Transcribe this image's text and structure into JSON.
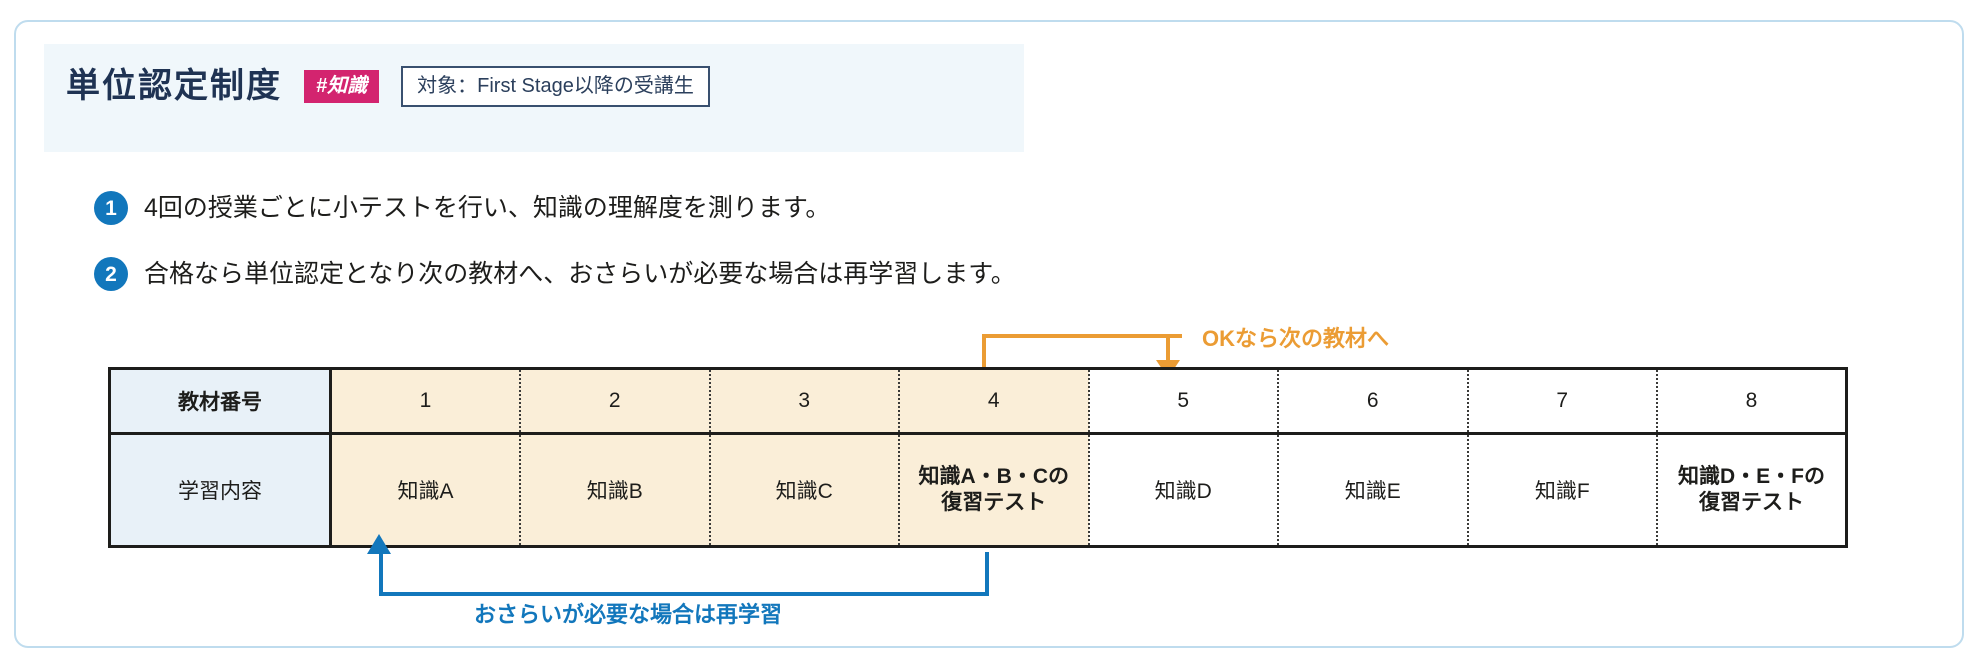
{
  "header": {
    "title": "単位認定制度",
    "tag": "#知識",
    "target": "対象：First Stage以降の受講生"
  },
  "bullets": [
    {
      "num": "1",
      "text": "4回の授業ごとに小テストを行い、知識の理解度を測ります。"
    },
    {
      "num": "2",
      "text": "合格なら単位認定となり次の教材へ、おさらいが必要な場合は再学習します。"
    }
  ],
  "table": {
    "row_labels": [
      "教材番号",
      "学習内容"
    ],
    "numbers": [
      "1",
      "2",
      "3",
      "4",
      "5",
      "6",
      "7",
      "8"
    ],
    "contents": [
      "知識A",
      "知識B",
      "知識C",
      "知識A・B・Cの\n復習テスト",
      "知識D",
      "知識E",
      "知識F",
      "知識D・E・Fの\n復習テスト"
    ],
    "content_lines": [
      [
        "知識A"
      ],
      [
        "知識B"
      ],
      [
        "知識C"
      ],
      [
        "知識A・B・Cの",
        "復習テスト"
      ],
      [
        "知識D"
      ],
      [
        "知識E"
      ],
      [
        "知識F"
      ],
      [
        "知識D・E・Fの",
        "復習テスト"
      ]
    ],
    "shaded_columns": [
      1,
      2,
      3,
      4
    ],
    "bold_columns": [
      4,
      8
    ]
  },
  "annotations": {
    "ok_label": "OKなら次の教材へ",
    "ok_color": "#eb9c34",
    "review_label": "おさらいが必要な場合は再学習",
    "review_color": "#1277bc"
  },
  "colors": {
    "card_border": "#bfdcee",
    "header_band": "#f0f7fb",
    "title": "#1f3353",
    "tag_bg": "#d3246f",
    "bullet_bg": "#1277bc",
    "row_label_bg": "#e8f1f8",
    "cell_shaded": "#faeed8"
  }
}
